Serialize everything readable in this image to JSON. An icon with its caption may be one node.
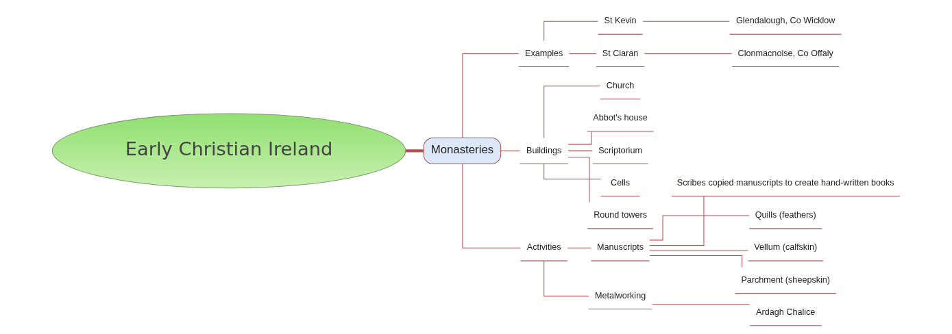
{
  "diagram": {
    "nodes": [
      {
        "text": [
          "Early Christian Ireland"
        ]
      },
      {
        "text": [
          "Monasteries"
        ]
      },
      {
        "text": [
          "Examples"
        ]
      },
      {
        "text": [
          "St Kevin"
        ]
      },
      {
        "text": [
          "Glendalough, Co Wicklow"
        ]
      },
      {
        "text": [
          "St Ciaran"
        ]
      },
      {
        "text": [
          "Clonmacnoise, Co Offaly"
        ]
      },
      {
        "text": [
          "Buildings"
        ]
      },
      {
        "text": [
          "Church"
        ]
      },
      {
        "text": [
          "Abbot's house"
        ]
      },
      {
        "text": [
          "Scriptorium"
        ]
      },
      {
        "text": [
          "Cells"
        ]
      },
      {
        "text": [
          "Round towers"
        ]
      },
      {
        "text": [
          "Activities"
        ]
      },
      {
        "text": [
          "Manuscripts"
        ]
      },
      {
        "text": [
          "Scribes copied manuscripts to create hand-written books"
        ]
      },
      {
        "text": [
          "Quills (feathers)"
        ]
      },
      {
        "text": [
          "Vellum (calfskin)"
        ]
      },
      {
        "text": [
          "Parchment (sheepskin)"
        ]
      },
      {
        "text": [
          "Metalworking"
        ]
      },
      {
        "text": [
          "Ardagh Chalice"
        ]
      }
    ],
    "edges": [
      {
        "from": 0,
        "to": 1,
        "arrow": "none",
        "style": "thick"
      },
      {
        "from": 1,
        "to": 2,
        "arrow": "none"
      },
      {
        "from": 2,
        "to": 3,
        "arrow": "none"
      },
      {
        "from": 3,
        "to": 4,
        "arrow": "none"
      },
      {
        "from": 2,
        "to": 5,
        "arrow": "none"
      },
      {
        "from": 5,
        "to": 6,
        "arrow": "none"
      },
      {
        "from": 1,
        "to": 7,
        "arrow": "none"
      },
      {
        "from": 7,
        "to": 8,
        "arrow": "none"
      },
      {
        "from": 7,
        "to": 9,
        "arrow": "none"
      },
      {
        "from": 7,
        "to": 10,
        "arrow": "none"
      },
      {
        "from": 7,
        "to": 11,
        "arrow": "none"
      },
      {
        "from": 7,
        "to": 12,
        "arrow": "none"
      },
      {
        "from": 1,
        "to": 13,
        "arrow": "none"
      },
      {
        "from": 13,
        "to": 14,
        "arrow": "none"
      },
      {
        "from": 14,
        "to": 15,
        "arrow": "none"
      },
      {
        "from": 14,
        "to": 16,
        "arrow": "none"
      },
      {
        "from": 14,
        "to": 17,
        "arrow": "none"
      },
      {
        "from": 14,
        "to": 18,
        "arrow": "none"
      },
      {
        "from": 13,
        "to": 19,
        "arrow": "none"
      },
      {
        "from": 19,
        "to": 20,
        "arrow": "none"
      }
    ]
  }
}
